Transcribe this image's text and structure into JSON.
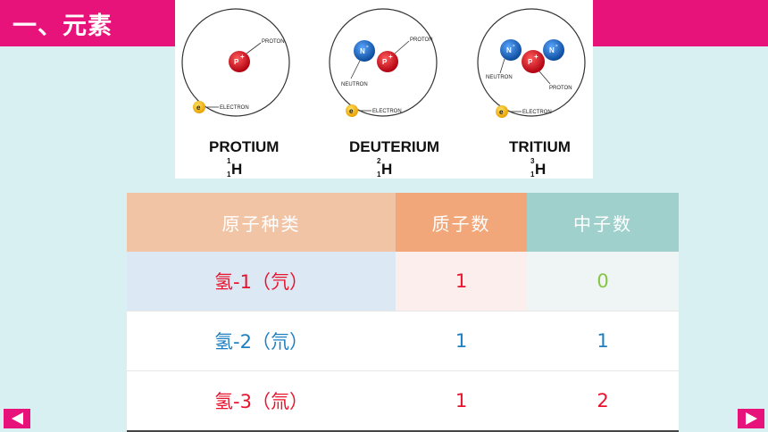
{
  "title": "一、元素",
  "colors": {
    "accent": "#e8137a",
    "background": "#d8f0f2",
    "red": "#e8132c",
    "blue": "#1d7fc0",
    "green": "#86c545"
  },
  "figure": {
    "labels": {
      "proton": "PROTON",
      "neutron": "NEUTRON",
      "electron": "ELECTRON",
      "p": "P",
      "n": "N",
      "e": "e",
      "plus": "+",
      "minus": "-"
    },
    "atoms": [
      {
        "name": "PROTIUM",
        "mass": "1",
        "number": "1",
        "symbol": "H"
      },
      {
        "name": "DEUTERIUM",
        "mass": "2",
        "number": "1",
        "symbol": "H"
      },
      {
        "name": "TRITIUM",
        "mass": "3",
        "number": "1",
        "symbol": "H"
      }
    ]
  },
  "table": {
    "headers": [
      "原子种类",
      "质子数",
      "中子数"
    ],
    "rows": [
      {
        "kind": "氢-1（氕）",
        "protons": "1",
        "neutrons": "0"
      },
      {
        "kind": "氢-2（氘）",
        "protons": "1",
        "neutrons": "1"
      },
      {
        "kind": "氢-3（氚）",
        "protons": "1",
        "neutrons": "2"
      }
    ]
  },
  "nav": {
    "prev": "previous-arrow",
    "next": "next-arrow"
  }
}
